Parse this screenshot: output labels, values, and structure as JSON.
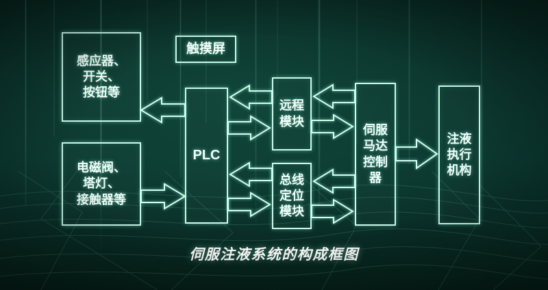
{
  "diagram": {
    "caption": "伺服注液系统的构成框图",
    "accent_color": "#cdfaec",
    "background_color": "#0a3029",
    "nodes": {
      "sensors": {
        "label": "感应器、\n开关、\n按钮等"
      },
      "touchscreen": {
        "label": "触摸屏"
      },
      "solenoid": {
        "label": "电磁阀、\n塔灯、\n接触器等"
      },
      "plc": {
        "label": "PLC"
      },
      "remote_module": {
        "label": "远程\n模块"
      },
      "bus_module": {
        "label": "总线\n定位\n模块"
      },
      "servo_controller": {
        "label": "伺服\n马达\n控制\n器"
      },
      "injection_mechanism": {
        "label": "注液\n执行\n机构"
      }
    },
    "connections": [
      {
        "name": "plc-to-sensors",
        "from": "plc",
        "to": "sensors",
        "direction": "left"
      },
      {
        "name": "solenoid-to-plc",
        "from": "solenoid",
        "to": "plc",
        "direction": "right"
      },
      {
        "name": "remote-to-plc",
        "from": "remote_module",
        "to": "plc",
        "direction": "left"
      },
      {
        "name": "plc-to-remote",
        "from": "plc",
        "to": "remote_module",
        "direction": "right"
      },
      {
        "name": "bus-to-plc",
        "from": "bus_module",
        "to": "plc",
        "direction": "left"
      },
      {
        "name": "plc-to-bus",
        "from": "plc",
        "to": "bus_module",
        "direction": "right"
      },
      {
        "name": "servo-to-remote",
        "from": "servo_controller",
        "to": "remote_module",
        "direction": "left"
      },
      {
        "name": "remote-to-servo",
        "from": "remote_module",
        "to": "servo_controller",
        "direction": "right"
      },
      {
        "name": "servo-to-bus",
        "from": "servo_controller",
        "to": "bus_module",
        "direction": "left"
      },
      {
        "name": "bus-to-servo",
        "from": "bus_module",
        "to": "servo_controller",
        "direction": "right"
      },
      {
        "name": "servo-to-injection",
        "from": "servo_controller",
        "to": "injection_mechanism",
        "direction": "right"
      }
    ]
  }
}
